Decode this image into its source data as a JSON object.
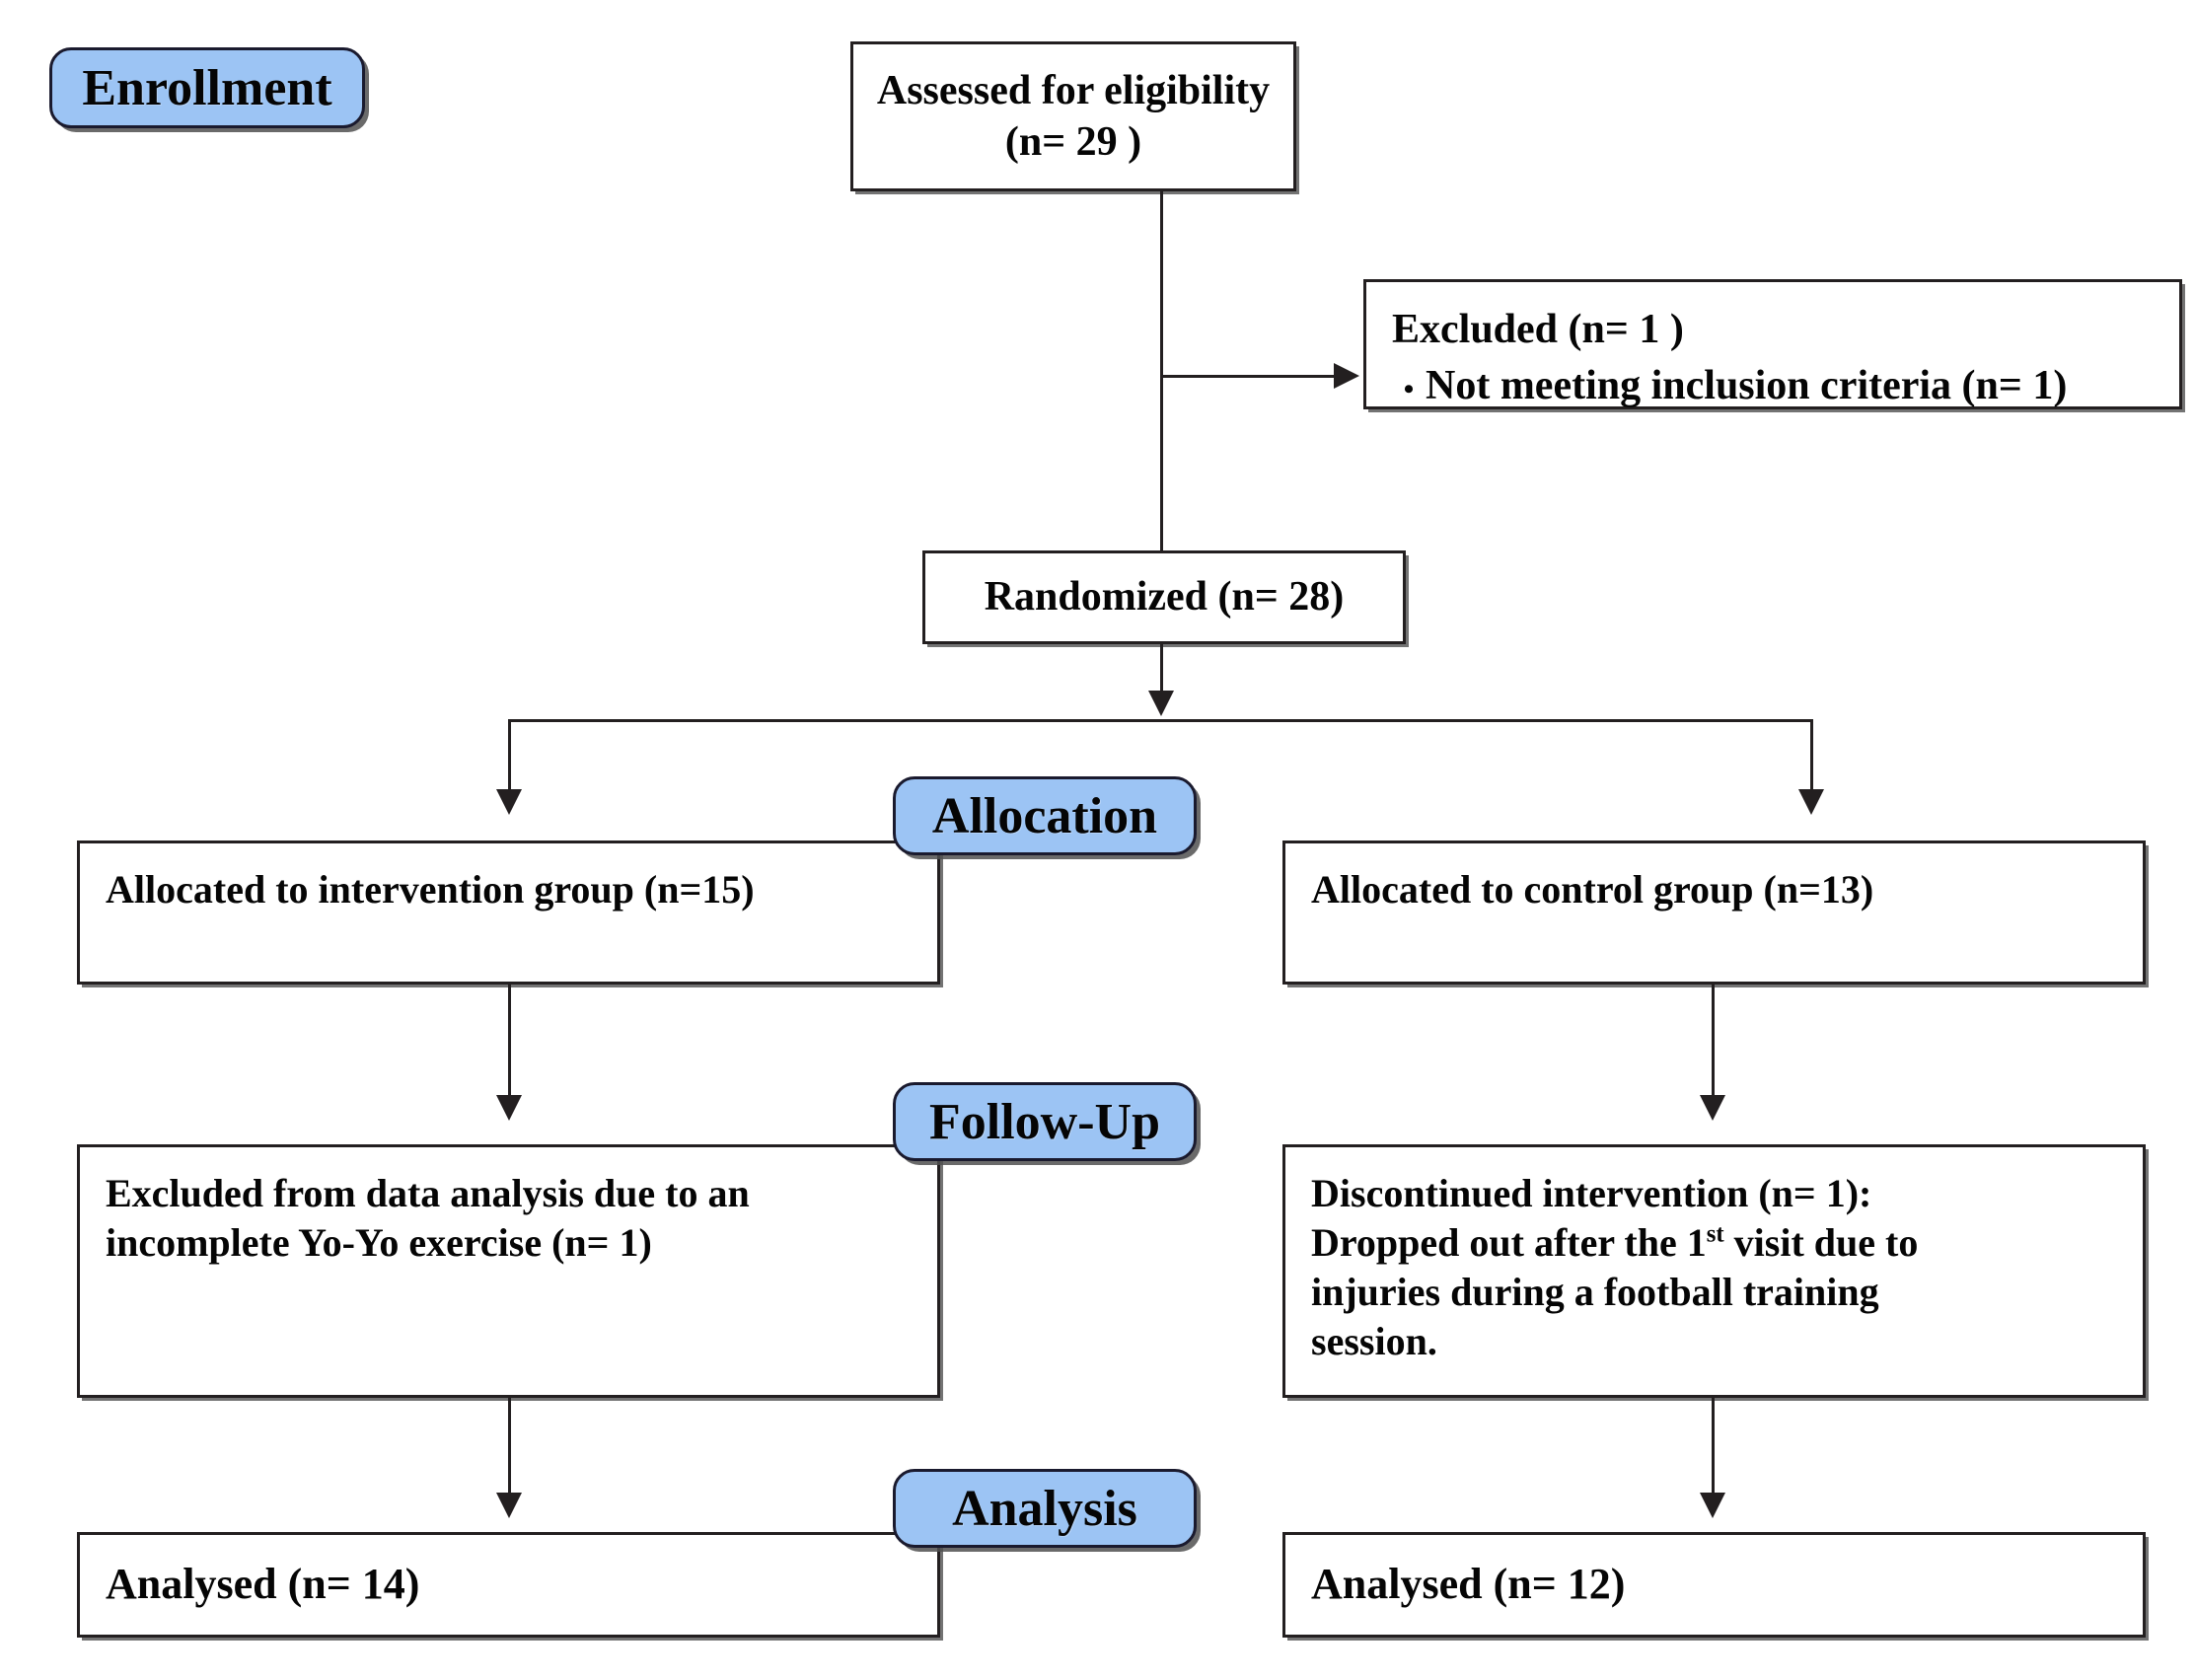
{
  "diagram": {
    "type": "CONSORT participant flow diagram",
    "accent_color": "#9CC4F4",
    "line_color": "#231f20",
    "background": "#ffffff"
  },
  "stage_badges": {
    "enrollment": "Enrollment",
    "allocation": "Allocation",
    "follow_up": "Follow-Up",
    "analysis": "Analysis"
  },
  "nodes": {
    "eligibility": {
      "line1": "Assessed for eligibility",
      "line2": "(n= 29 )"
    },
    "excluded": {
      "heading": "Excluded  (n= 1 )",
      "bullet_glyph": "•",
      "bullet_1": "Not meeting inclusion criteria (n= 1)"
    },
    "randomized": {
      "label": "Randomized (n= 28)"
    },
    "allocated_intervention": {
      "label": "Allocated to intervention group (n=15)"
    },
    "allocated_control": {
      "label": "Allocated to control group (n=13)"
    },
    "followup_intervention": {
      "line1": "Excluded from data analysis  due to an",
      "line2": "incomplete Yo-Yo exercise (n= 1)"
    },
    "followup_control": {
      "line1": "Discontinued intervention (n= 1):",
      "line2_a": "Dropped out after the 1",
      "line2_sup": "st",
      "line2_b": " visit due to",
      "line3": "injuries during a football training",
      "line4": "session."
    },
    "analysed_intervention": {
      "label": "Analysed  (n= 14)"
    },
    "analysed_control": {
      "label": "Analysed  (n= 12)"
    }
  },
  "counts": {
    "assessed": 29,
    "excluded": 1,
    "randomized": 28,
    "intervention_allocated": 15,
    "control_allocated": 13,
    "intervention_excluded_followup": 1,
    "control_discontinued": 1,
    "intervention_analysed": 14,
    "control_analysed": 12
  }
}
